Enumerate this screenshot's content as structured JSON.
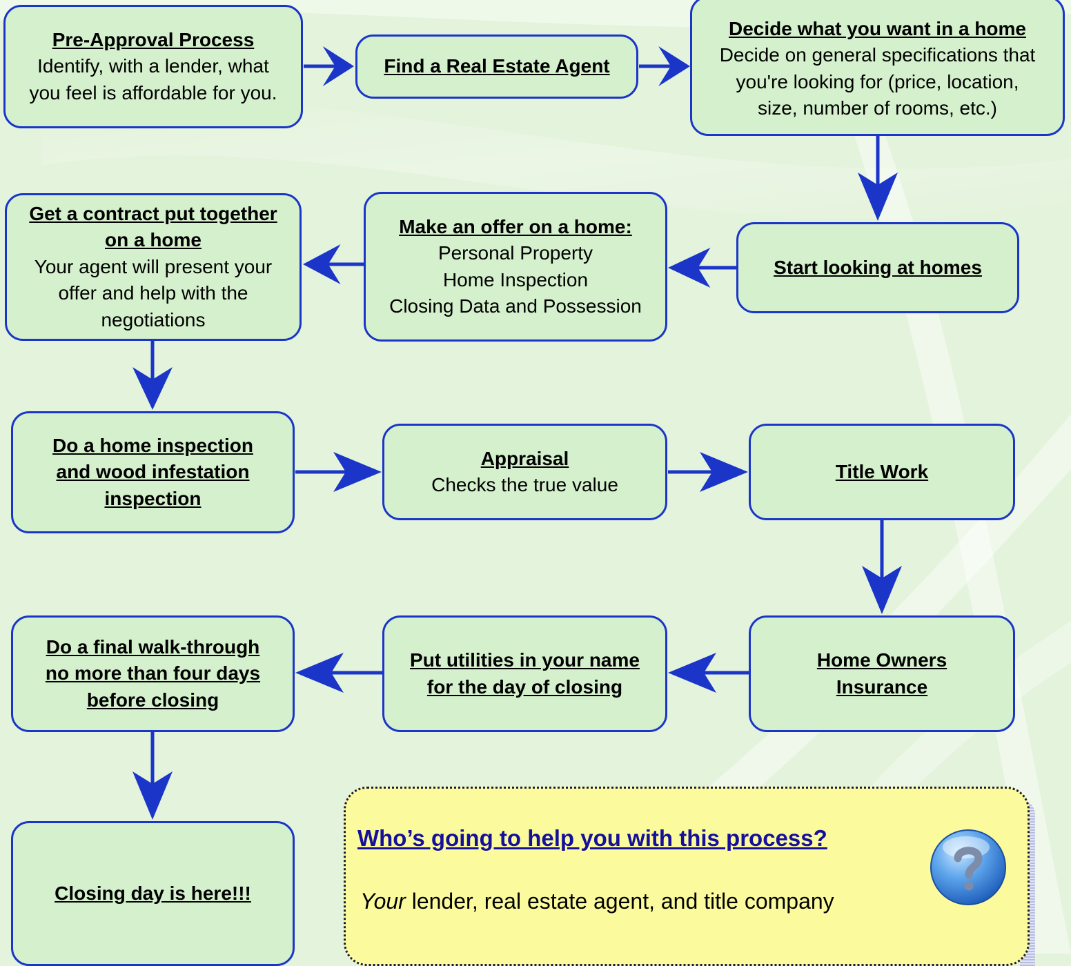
{
  "steps": [
    {
      "title": "Pre-Approval Process",
      "lines": [
        "Identify, with a lender, what",
        "you feel is affordable for you."
      ]
    },
    {
      "title": "Find a Real Estate Agent",
      "lines": []
    },
    {
      "title": "Decide what you want in a home",
      "lines": [
        "Decide on general specifications that",
        "you're looking for (price, location,",
        "size, number of rooms, etc.)"
      ]
    },
    {
      "title": "Start looking at homes",
      "lines": []
    },
    {
      "title": "Make an offer on a home:",
      "lines": [
        "Personal Property",
        "Home Inspection",
        "Closing Data and Possession"
      ]
    },
    {
      "title_lines": [
        "Get a contract put together",
        "on a home"
      ],
      "lines": [
        "Your agent will present your",
        "offer and help with the",
        "negotiations"
      ]
    },
    {
      "title_lines": [
        "Do a home inspection",
        "and wood infestation",
        "inspection"
      ],
      "lines": []
    },
    {
      "title": "Appraisal",
      "lines": [
        "Checks the true value"
      ]
    },
    {
      "title": "Title Work",
      "lines": []
    },
    {
      "title_lines": [
        "Home Owners",
        "Insurance"
      ],
      "lines": []
    },
    {
      "title_lines": [
        "Put utilities in your name",
        "for the day of closing"
      ],
      "lines": []
    },
    {
      "title_lines": [
        "Do a final walk-through",
        "no more than four days",
        "before closing"
      ],
      "lines": []
    },
    {
      "title": "Closing day is here!!!",
      "lines": []
    }
  ],
  "callout": {
    "title": "Who’s going to help you with this process?",
    "body_emphasis": "Your",
    "body_rest": " lender, real estate agent, and title company",
    "icon": "question-mark-icon"
  },
  "colors": {
    "box_fill": "#d4f0cc",
    "box_border": "#1a35c8",
    "arrow": "#1a35c8",
    "callout_fill": "#fbfb9e",
    "callout_title": "#15109a",
    "background": "#e4f3dc"
  }
}
